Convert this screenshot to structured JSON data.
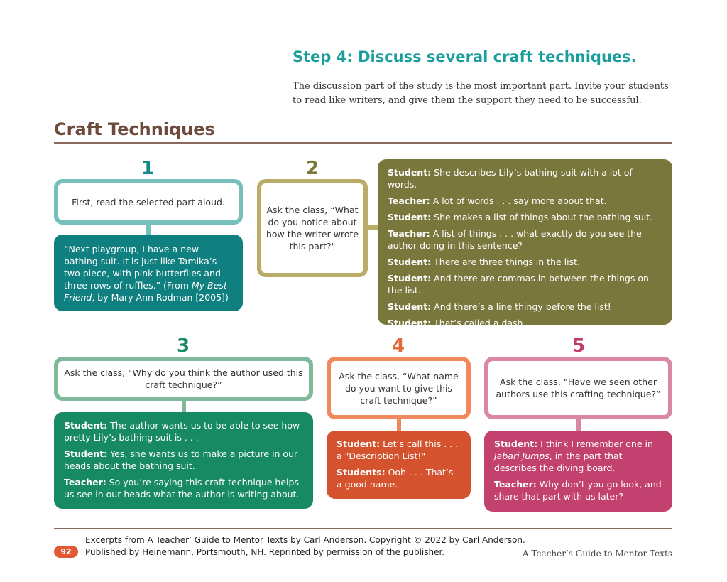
{
  "step_title": "Step 4: Discuss several craft techniques.",
  "intro": "The discussion part of the study is the most important part. Invite your students to read like writers, and give them the support they need to be successful.",
  "section_heading": "Craft Techniques",
  "steps": [
    {
      "number": "1",
      "prompt": "First, read the selected part aloud.",
      "quote": "“Next playgroup, I have a new bathing suit. It is just like Tamika’s—two piece, with pink butterflies and three rows of ruffles.” (From ",
      "quote_title": "My Best Friend",
      "quote_tail": ", by Mary Ann Rodman [2005])"
    },
    {
      "number": "2",
      "prompt": "Ask the class, “What do you notice about how the writer wrote this part?\"",
      "dialogue": [
        {
          "speaker": "Student:",
          "line": " She describes Lily’s bathing suit with a lot of words."
        },
        {
          "speaker": "Teacher:",
          "line": " A lot of words . . . say more about that."
        },
        {
          "speaker": "Student:",
          "line": " She makes a list of things about the bathing suit."
        },
        {
          "speaker": "Teacher:",
          "line": " A list of things . . . what exactly do you see the author doing in this sentence?"
        },
        {
          "speaker": "Student:",
          "line": " There are three things in the list."
        },
        {
          "speaker": "Student:",
          "line": " And there are commas in between the things on the list."
        },
        {
          "speaker": "Student:",
          "line": " And there’s a line thingy before the list!"
        },
        {
          "speaker": "Student:",
          "line": " That’s called a dash."
        }
      ]
    },
    {
      "number": "3",
      "prompt": "Ask the class, “Why do you think the author used this craft technique?”",
      "dialogue": [
        {
          "speaker": "Student:",
          "line": " The author wants us to be able to see how pretty Lily’s bathing suit is . . ."
        },
        {
          "speaker": "Student:",
          "line": " Yes, she wants us to make a picture in our heads about the bathing suit."
        },
        {
          "speaker": "Teacher:",
          "line": " So you’re saying this craft technique helps us see in our heads what the author is writing about."
        }
      ]
    },
    {
      "number": "4",
      "prompt": "Ask the class, “What name do you want to give this craft technique?”",
      "dialogue": [
        {
          "speaker": "Student:",
          "line": " Let’s call this . . . a \"Description List!\""
        },
        {
          "speaker": "Students:",
          "line": " Ooh . . . That’s a good name."
        }
      ]
    },
    {
      "number": "5",
      "prompt": "Ask the class, “Have we seen other authors use this crafting technique?”",
      "dialogue5": {
        "s_speaker": "Student:",
        "s_line1": " I think I remember one in ",
        "s_title": "Jabari Jumps",
        "s_line2": ", in the part that describes the diving board.",
        "t_speaker": "Teacher:",
        "t_line": " Why don’t you go look, and share that part with us later?"
      }
    }
  ],
  "footer": {
    "line1": "Excerpts from A Teacher’ Guide to Mentor Texts by Carl Anderson. Copyright © 2022 by Carl Anderson.",
    "line2": "Published by Heinemann, Portsmouth, NH. Reprinted by permission of the publisher.",
    "page_number": "92",
    "book_title": "A Teacher’s Guide to Mentor Texts"
  },
  "colors": {
    "teal": "#13898a",
    "olive": "#7a773d",
    "green": "#178a64",
    "orange": "#d4532e",
    "pink": "#c2416f"
  }
}
